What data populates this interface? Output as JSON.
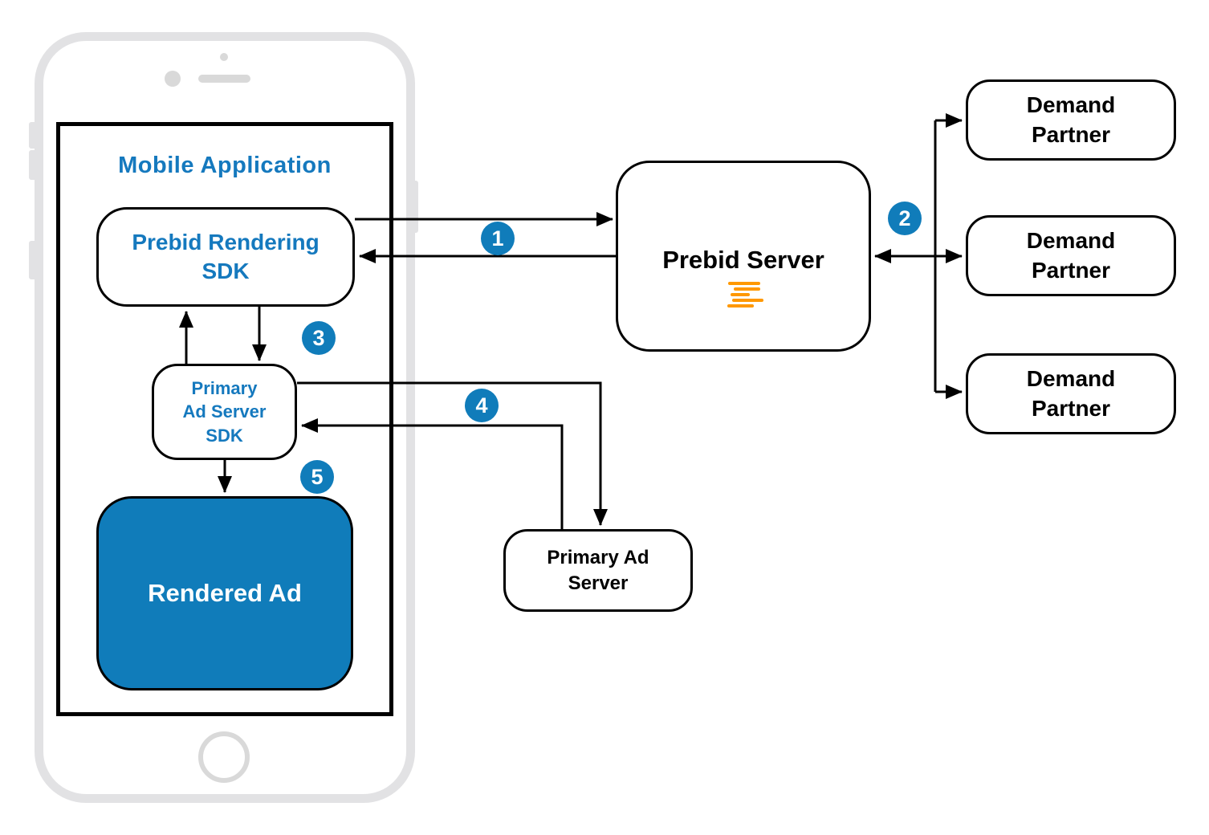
{
  "colors": {
    "accent_blue": "#107CBA",
    "text_blue": "#1579BE",
    "logo_orange": "#FF9800",
    "phone_frame_gray": "#E2E2E4",
    "phone_detail_gray": "#D9D9D9",
    "line_black": "#000000"
  },
  "mobile_app": {
    "title": "Mobile Application"
  },
  "nodes": {
    "prebid_rendering_sdk": "Prebid Rendering\nSDK",
    "primary_ad_server_sdk": "Primary\nAd Server\nSDK",
    "rendered_ad": "Rendered Ad",
    "prebid_server": "Prebid Server",
    "primary_ad_server": "Primary Ad\nServer",
    "demand_partners": [
      {
        "label": "Demand\nPartner"
      },
      {
        "label": "Demand\nPartner"
      },
      {
        "label": "Demand\nPartner"
      }
    ]
  },
  "steps": [
    {
      "label": "1"
    },
    {
      "label": "2"
    },
    {
      "label": "3"
    },
    {
      "label": "4"
    },
    {
      "label": "5"
    }
  ],
  "icons": {
    "prebid_logo_icon": "stacked-orange-bars"
  }
}
